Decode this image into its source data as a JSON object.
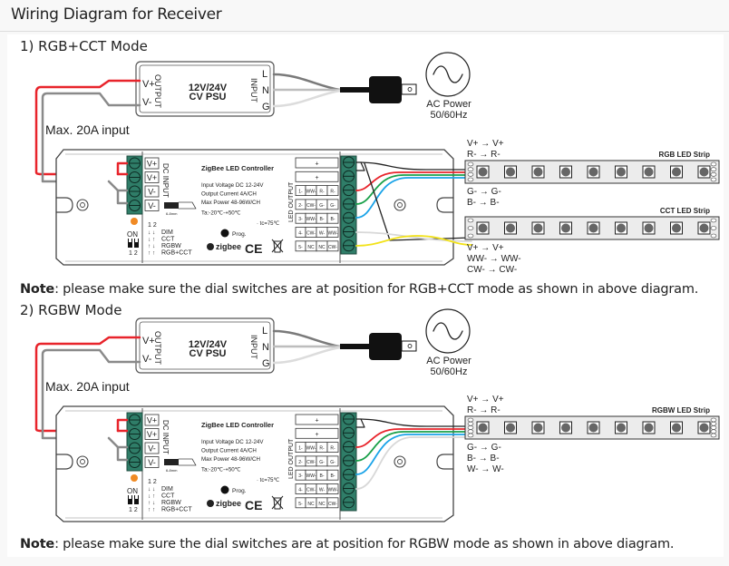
{
  "page_title": "Wiring Diagram for Receiver",
  "colors": {
    "terminal_green": "#2f7d68",
    "wire_red": "#e8242b",
    "wire_green": "#1aa04a",
    "wire_blue": "#1aa3e8",
    "wire_white": "#d8d8d8",
    "wire_yellow": "#f2e21a",
    "wire_gray": "#8a8a8a",
    "indicator_orange": "#f08a24",
    "strip_fill": "#ececec"
  },
  "sections": [
    {
      "title": "1) RGB+CCT Mode",
      "psu": {
        "line1": "12V/24V",
        "line2": "CV PSU",
        "output_label": "OUTPUT",
        "input_label": "INPUT",
        "out_pins": [
          "V+",
          "V-"
        ],
        "in_pins": [
          "L",
          "N",
          "G"
        ]
      },
      "ac_power": {
        "line1": "AC Power",
        "line2": "50/60Hz"
      },
      "max_input": "Max. 20A input",
      "controller": {
        "title": "ZigBee LED Controller",
        "specs": [
          "Input Voltage DC 12-24V",
          "Output Current 4A/CH",
          "Max Power 48-96W/CH",
          "Ta:-20℃-+50℃"
        ],
        "tc": "· tc=75℃",
        "dc_input_label": "DC INPUT",
        "dc_pins": [
          "V+",
          "V+",
          "V-",
          "V-"
        ],
        "led_output_label": "LED OUTPUT",
        "output_rows": [
          [
            "+"
          ],
          [
            "+"
          ],
          [
            "1-",
            "WW-",
            "R-",
            "R-"
          ],
          [
            "2-",
            "CW-",
            "G-",
            "G-"
          ],
          [
            "3-",
            "WW-",
            "B-",
            "B-"
          ],
          [
            "4-",
            "CW-",
            "W-",
            "WW-"
          ],
          [
            "5-",
            "NC",
            "NC",
            "CW-"
          ]
        ],
        "prog": "Prog.",
        "zigbee": "zigbee",
        "ce": "CE",
        "dip_on": "ON",
        "dip_numbers": "1 2",
        "modes": [
          "DIM",
          "CCT",
          "RGBW",
          "RGB+CCT"
        ],
        "wire_strip": "6-8mm"
      },
      "strips": [
        {
          "name": "RGB LED Strip",
          "above": [
            "V+ → V+",
            "R- → R-"
          ],
          "below": [
            "G- → G-",
            "B- → B-"
          ]
        },
        {
          "name": "CCT LED Strip",
          "above": [],
          "below": [
            "V+ → V+",
            "WW- → WW-",
            "CW- → CW-"
          ]
        }
      ],
      "note_bold": "Note",
      "note_text": ": please make sure the dial switches are at position for RGB+CCT mode as shown in above diagram."
    },
    {
      "title": "2) RGBW Mode",
      "psu": {
        "line1": "12V/24V",
        "line2": "CV PSU",
        "output_label": "OUTPUT",
        "input_label": "INPUT",
        "out_pins": [
          "V+",
          "V-"
        ],
        "in_pins": [
          "L",
          "N",
          "G"
        ]
      },
      "ac_power": {
        "line1": "AC Power",
        "line2": "50/60Hz"
      },
      "max_input": "Max. 20A input",
      "controller": {
        "title": "ZigBee LED Controller",
        "specs": [
          "Input Voltage DC 12-24V",
          "Output Current 4A/CH",
          "Max Power 48-96W/CH",
          "Ta:-20℃-+50℃"
        ],
        "tc": "· tc=75℃",
        "dc_input_label": "DC INPUT",
        "dc_pins": [
          "V+",
          "V+",
          "V-",
          "V-"
        ],
        "led_output_label": "LED OUTPUT",
        "output_rows": [
          [
            "+"
          ],
          [
            "+"
          ],
          [
            "1-",
            "WW-",
            "R-",
            "R-"
          ],
          [
            "2-",
            "CW-",
            "G-",
            "G-"
          ],
          [
            "3-",
            "WW-",
            "B-",
            "B-"
          ],
          [
            "4-",
            "CW-",
            "W-",
            "WW-"
          ],
          [
            "5-",
            "NC",
            "NC",
            "CW-"
          ]
        ],
        "prog": "Prog.",
        "zigbee": "zigbee",
        "ce": "CE",
        "dip_on": "ON",
        "dip_numbers": "1 2",
        "modes": [
          "DIM",
          "CCT",
          "RGBW",
          "RGB+CCT"
        ],
        "wire_strip": "6-8mm"
      },
      "strips": [
        {
          "name": "RGBW LED Strip",
          "above": [
            "V+ → V+",
            "R- → R-"
          ],
          "below": [
            "G- → G-",
            "B- → B-",
            "W- → W-"
          ]
        }
      ],
      "note_bold": "Note",
      "note_text": ": please make sure the dial switches are at position for RGBW mode as shown in above diagram."
    }
  ]
}
